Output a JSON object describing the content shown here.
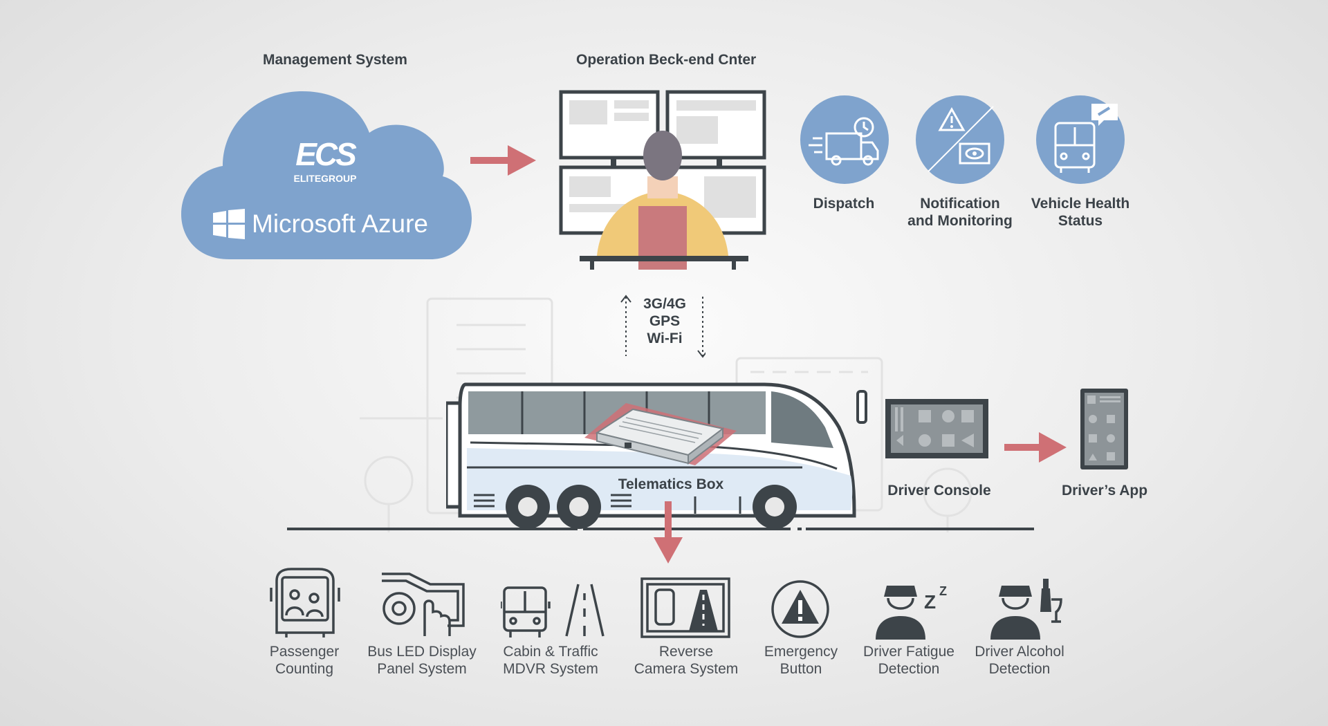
{
  "headers": {
    "management": "Management System",
    "operation": "Operation Beck-end Cnter"
  },
  "cloud": {
    "brand": "ECS",
    "brand_sub": "ELITEGROUP",
    "platform": "Microsoft Azure"
  },
  "services": [
    {
      "line1": "Dispatch",
      "line2": "",
      "icon": "delivery-truck-clock-icon"
    },
    {
      "line1": "Notification",
      "line2": "and Monitoring",
      "icon": "warning-eye-icon"
    },
    {
      "line1": "Vehicle Health",
      "line2": "Status",
      "icon": "bus-wrench-icon"
    }
  ],
  "connectivity": {
    "line1": "3G/4G",
    "line2": "GPS",
    "line3": "Wi-Fi"
  },
  "telematics_label": "Telematics Box",
  "console_label": "Driver Console",
  "app_label": "Driver’s App",
  "systems": [
    {
      "line1": "Passenger",
      "line2": "Counting",
      "icon": "passenger-counting-icon"
    },
    {
      "line1": "Bus LED Display",
      "line2": "Panel System",
      "icon": "led-panel-touch-icon"
    },
    {
      "line1": "Cabin & Traffic",
      "line2": "MDVR System",
      "icon": "cabin-traffic-icon"
    },
    {
      "line1": "Reverse",
      "line2": "Camera System",
      "icon": "reverse-camera-icon"
    },
    {
      "line1": "Emergency",
      "line2": "Button",
      "icon": "emergency-button-icon"
    },
    {
      "line1": "Driver Fatigue",
      "line2": "Detection",
      "icon": "driver-fatigue-icon"
    },
    {
      "line1": "Driver Alcohol",
      "line2": "Detection",
      "icon": "driver-alcohol-icon"
    }
  ],
  "colors": {
    "accent_red": "#cf7075",
    "cloud_blue": "#7fa3cd",
    "dark": "#3d4449",
    "operator_shirt": "#f0c978"
  }
}
